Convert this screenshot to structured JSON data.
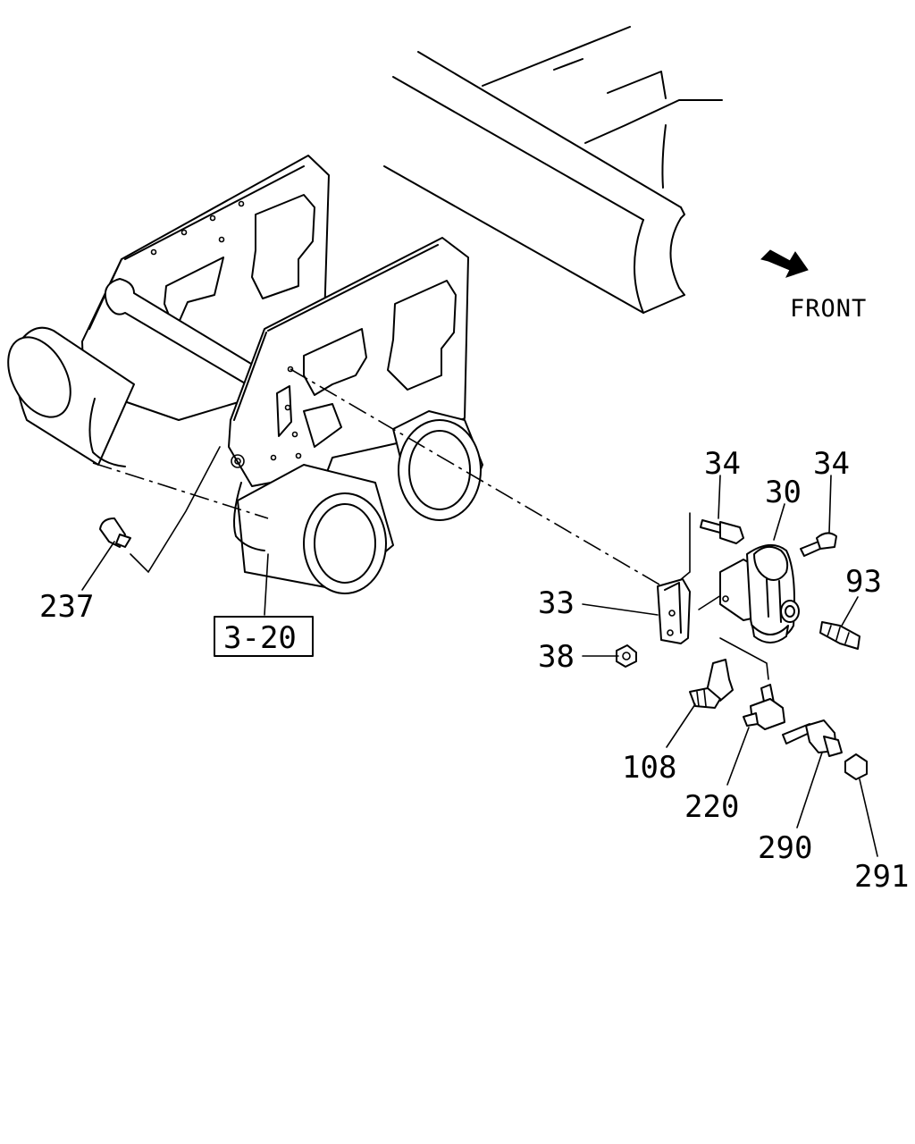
{
  "direction_label": "FRONT",
  "reference_box": "3-20",
  "callouts": {
    "c34a": "34",
    "c34b": "34",
    "c30": "30",
    "c93": "93",
    "c33": "33",
    "c38": "38",
    "c108": "108",
    "c220": "220",
    "c290": "290",
    "c291": "291",
    "c237": "237"
  },
  "icons": {
    "direction": "front-arrow-icon"
  }
}
